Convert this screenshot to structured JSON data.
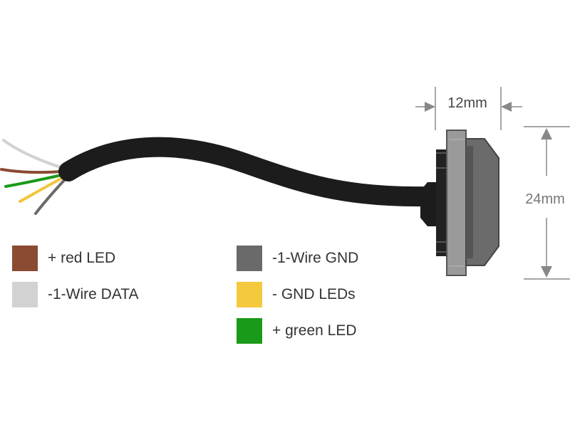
{
  "dimensions": {
    "width_label": "12mm",
    "height_label": "24mm"
  },
  "colors": {
    "cable": "#1c1c1c",
    "housing_ring": "#9a9a9a",
    "housing_dome": "#6b6b6b",
    "dimension_line": "#888888",
    "dimension_text": "#444444",
    "height_text": "#777777"
  },
  "wires": [
    {
      "name": "red-led-wire",
      "color": "#8b4a32"
    },
    {
      "name": "wire-data",
      "color": "#d2d2d2"
    },
    {
      "name": "gnd-wire",
      "color": "#6a6a6a"
    },
    {
      "name": "gnd-leds-wire",
      "color": "#f2c63a"
    },
    {
      "name": "green-led-wire",
      "color": "#1a9a1a"
    }
  ],
  "legend": [
    {
      "label": "+ red LED",
      "color": "#8b4a32"
    },
    {
      "label": "-1-Wire DATA",
      "color": "#d2d2d2"
    },
    {
      "label": "-1-Wire GND",
      "color": "#6a6a6a"
    },
    {
      "label": "- GND LEDs",
      "color": "#f5c93e"
    },
    {
      "label": "+ green LED",
      "color": "#1a9a1a"
    }
  ]
}
